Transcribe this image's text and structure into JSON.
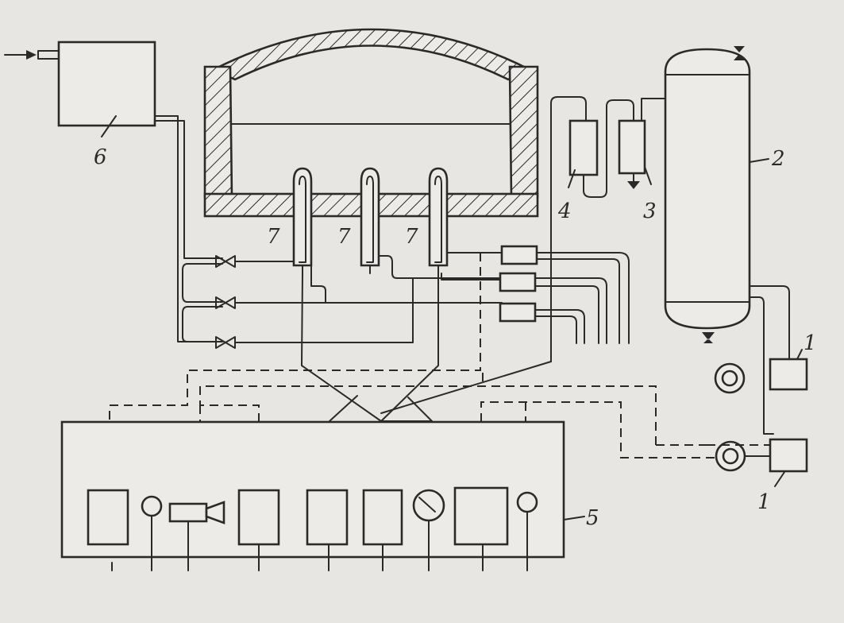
{
  "labels": {
    "num_1": "1",
    "num_2": "2",
    "num_3": "3",
    "num_4": "4",
    "num_5": "5",
    "num_6": "6",
    "num_7": "7"
  },
  "colors": {
    "ink": "#2a2a2a",
    "paper": "#e7e6e2"
  }
}
